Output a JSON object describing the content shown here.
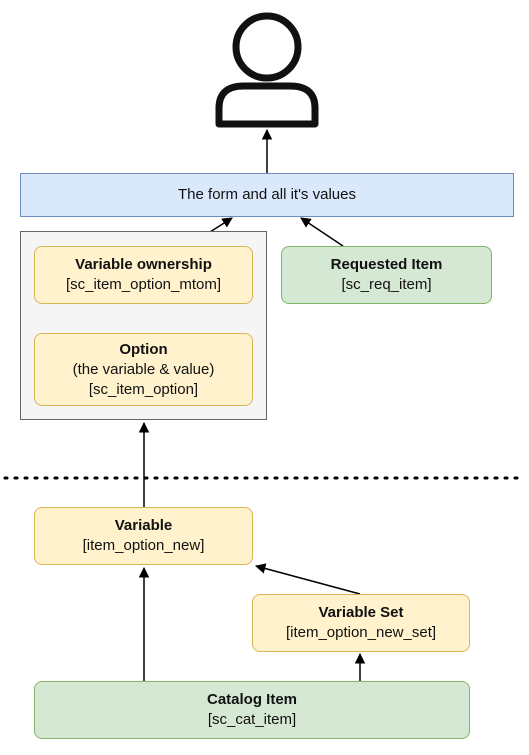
{
  "diagram": {
    "form": {
      "label": "The form and all it's values"
    },
    "variable_ownership": {
      "title": "Variable ownership",
      "table": "[sc_item_option_mtom]"
    },
    "option": {
      "title": "Option",
      "subtitle": "(the variable & value)",
      "table": "[sc_item_option]"
    },
    "requested_item": {
      "title": "Requested Item",
      "table": "[sc_req_item]"
    },
    "variable": {
      "title": "Variable",
      "table": "[item_option_new]"
    },
    "variable_set": {
      "title": "Variable Set",
      "table": "[item_option_new_set]"
    },
    "catalog_item": {
      "title": "Catalog Item",
      "table": "[sc_cat_item]"
    }
  },
  "colors": {
    "yellow_fill": "#fff2cc",
    "yellow_stroke": "#d6b656",
    "green_fill": "#d5e8d4",
    "green_stroke": "#82b366",
    "blue_fill": "#dae8fc",
    "blue_stroke": "#6c8ebf",
    "group_fill": "#f5f5f5",
    "group_stroke": "#666666",
    "line": "#000000"
  }
}
